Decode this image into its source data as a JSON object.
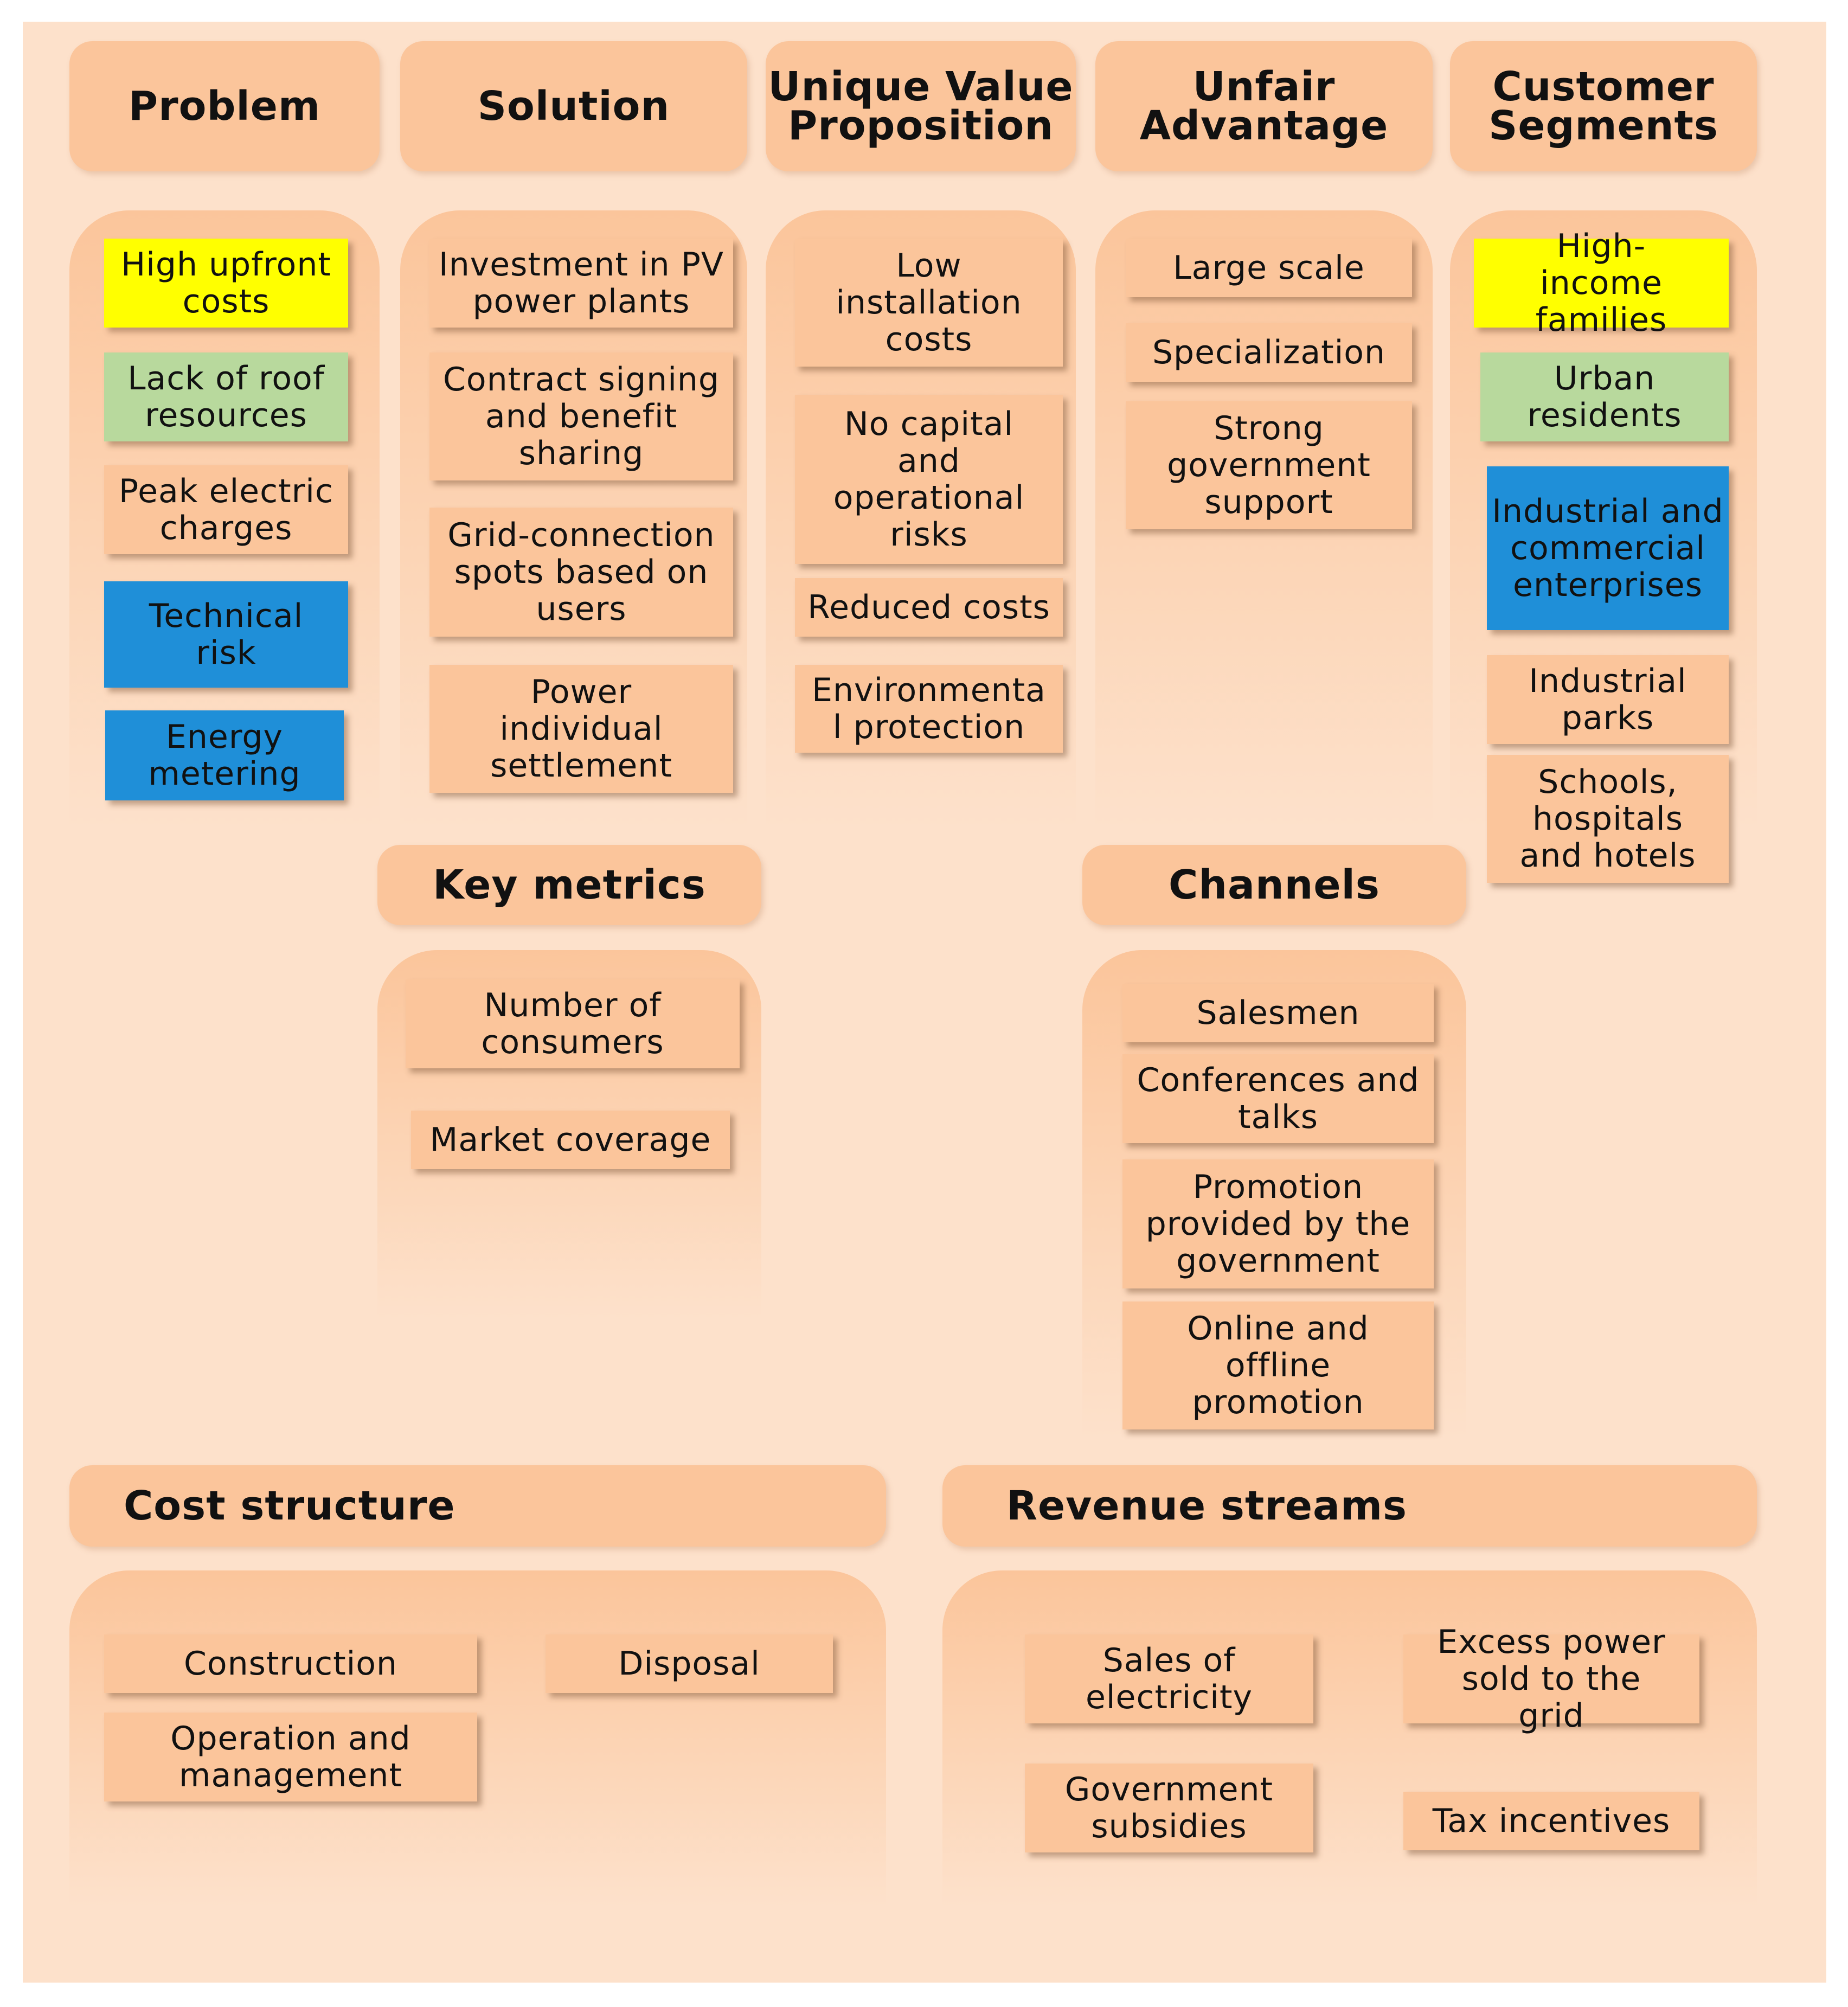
{
  "headers": {
    "problem": "Problem",
    "solution": "Solution",
    "uvp": "Unique Value Proposition",
    "unfair": "Unfair Advantage",
    "segments": "Customer Segments",
    "metrics": "Key metrics",
    "channels": "Channels",
    "cost": "Cost structure",
    "revenue": "Revenue streams"
  },
  "problem": [
    "High upfront costs",
    "Lack of roof resources",
    "Peak electric charges",
    "Technical risk",
    "Energy metering"
  ],
  "solution": [
    "Investment in PV power plants",
    "Contract signing and benefit sharing",
    "Grid-connection spots based on users",
    "Power individual settlement"
  ],
  "uvp": [
    "Low installation costs",
    "No capital and operational risks",
    "Reduced costs",
    "Environmenta l protection"
  ],
  "unfair": [
    "Large scale",
    "Specialization",
    "Strong government support"
  ],
  "segments": [
    "High-income families",
    "Urban residents",
    "Industrial and commercial enterprises",
    "Industrial parks",
    "Schools, hospitals and hotels"
  ],
  "metrics": [
    "Number of consumers",
    "Market coverage"
  ],
  "channels": [
    "Salesmen",
    "Conferences and talks",
    "Promotion provided by the government",
    "Online and offline promotion"
  ],
  "cost": [
    "Construction",
    "Disposal",
    "Operation and management"
  ],
  "revenue": [
    "Sales of electricity",
    "Excess power sold to the grid",
    "Government subsidies",
    "Tax incentives"
  ],
  "colors": {
    "background": "#fde1cb",
    "note": "#fbc59b",
    "yellow": "#ffff00",
    "green": "#b8d99d",
    "blue": "#1f8fd8"
  }
}
